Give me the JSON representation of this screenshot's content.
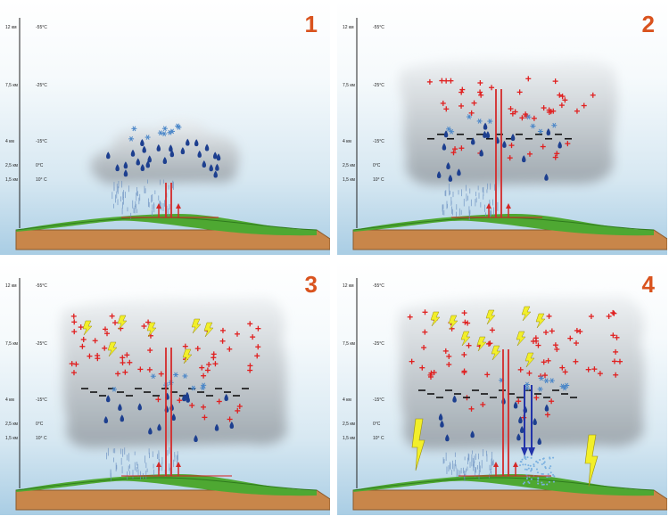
{
  "colors": {
    "number": "#d9531e",
    "plus": "#e02020",
    "minus": "#111111",
    "drop": "#1d3f8f",
    "snow": "#4a86c8",
    "updraft": "#d42a2a",
    "downdraft": "#2233aa",
    "lightning": "#f2ef2a",
    "grass": "#4ea832",
    "soil": "#c8864a"
  },
  "icons": {
    "positive": "plus-icon",
    "negative": "minus-icon",
    "drop": "raindrop-icon",
    "snow": "snowflake-icon",
    "lightning": "lightning-icon"
  },
  "panels": [
    {
      "number": "1",
      "levels": [
        {
          "altitude": "12 км",
          "temp": "-55°C"
        },
        {
          "altitude": "7,5 км",
          "temp": "-25°C"
        },
        {
          "altitude": "4 км",
          "temp": "-15°C"
        },
        {
          "altitude": "2,5 км",
          "temp": "0°C"
        },
        {
          "altitude": "1,5 км",
          "temp": "10° C"
        }
      ]
    },
    {
      "number": "2",
      "levels": [
        {
          "altitude": "12 км",
          "temp": "-55°C"
        },
        {
          "altitude": "7,5 км",
          "temp": "-25°C"
        },
        {
          "altitude": "4 км",
          "temp": "-15°C"
        },
        {
          "altitude": "2,5 км",
          "temp": "0°C"
        },
        {
          "altitude": "1,5 км",
          "temp": "10° C"
        }
      ]
    },
    {
      "number": "3",
      "levels": [
        {
          "altitude": "12 км",
          "temp": "-55°C"
        },
        {
          "altitude": "7,5 км",
          "temp": "-25°C"
        },
        {
          "altitude": "4 км",
          "temp": "-15°C"
        },
        {
          "altitude": "2,5 км",
          "temp": "0°C"
        },
        {
          "altitude": "1,5 км",
          "temp": "10° C"
        }
      ]
    },
    {
      "number": "4",
      "levels": [
        {
          "altitude": "12 км",
          "temp": "-55°C"
        },
        {
          "altitude": "7,5 км",
          "temp": "-25°C"
        },
        {
          "altitude": "4 км",
          "temp": "-15°C"
        },
        {
          "altitude": "2,5 км",
          "temp": "0°C"
        },
        {
          "altitude": "1,5 км",
          "temp": "10° C"
        }
      ]
    }
  ]
}
